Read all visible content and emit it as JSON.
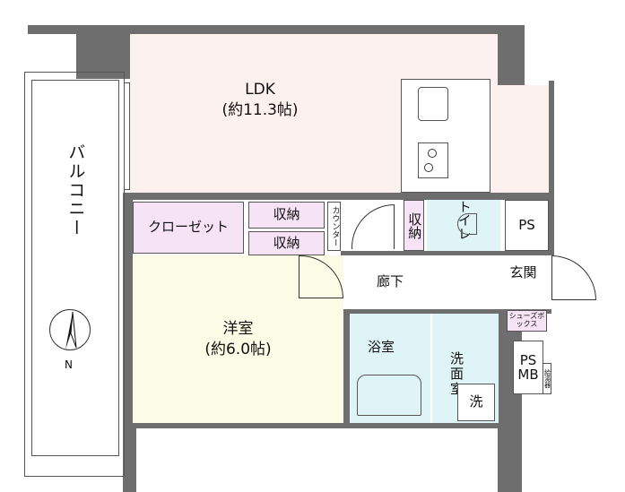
{
  "rooms": {
    "ldk": {
      "name": "LDK",
      "size": "(約11.3帖)"
    },
    "western": {
      "name": "洋室",
      "size": "(約6.0帖)"
    },
    "closet": "クローゼット",
    "storage_upper": "収納",
    "storage_lower": "収納",
    "counter": "カウンター",
    "storage_toilet": "収納",
    "toilet": "トイレ",
    "ps_top": "PS",
    "hallway": "廊下",
    "entrance": "玄関",
    "shoebox": "シューズボックス",
    "bath": "浴室",
    "washroom": "洗面室",
    "washer": "洗",
    "ps_mb": "PS MB",
    "water_heater": "給湯器",
    "balcony": "バルコニー"
  },
  "compass": {
    "label": "N"
  },
  "colors": {
    "ldk": "#fcf1ee",
    "storage": "#f6e3f6",
    "western": "#fbfbe6",
    "wet": "#dff4f6",
    "wall": "#6e6e6e"
  }
}
